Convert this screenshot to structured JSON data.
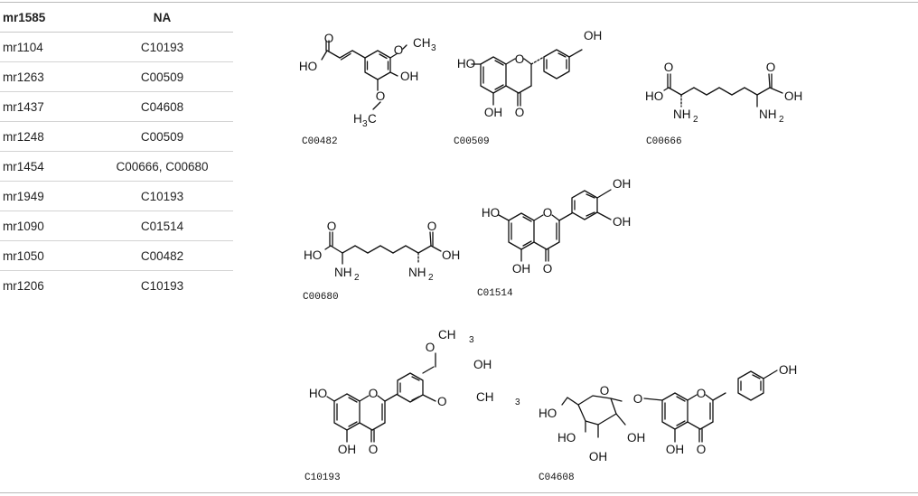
{
  "table": {
    "headers": [
      "mr1585",
      "NA"
    ],
    "rows": [
      [
        "mr1104",
        "C10193"
      ],
      [
        "mr1263",
        "C00509"
      ],
      [
        "mr1437",
        "C04608"
      ],
      [
        "mr1248",
        "C00509"
      ],
      [
        "mr1454",
        "C00666, C00680"
      ],
      [
        "mr1949",
        "C10193"
      ],
      [
        "mr1090",
        "C01514"
      ],
      [
        "mr1050",
        "C00482"
      ],
      [
        "mr1206",
        "C10193"
      ]
    ]
  },
  "structures": {
    "c00482": {
      "code": "C00482",
      "atoms": [
        "HO",
        "O",
        "CH",
        "3",
        "OH",
        "H",
        "3",
        "C"
      ]
    },
    "c00509": {
      "code": "C00509",
      "atoms": [
        "HO",
        "O",
        "OH",
        "OH",
        "O"
      ]
    },
    "c00666": {
      "code": "C00666",
      "atoms": [
        "O",
        "O",
        "HO",
        "OH",
        "NH",
        "2",
        "NH",
        "2"
      ]
    },
    "c00680": {
      "code": "C00680",
      "atoms": [
        "O",
        "O",
        "HO",
        "OH",
        "NH",
        "2",
        "NH",
        "2"
      ]
    },
    "c01514": {
      "code": "C01514",
      "atoms": [
        "HO",
        "O",
        "OH",
        "OH",
        "OH",
        "O"
      ]
    },
    "c10193": {
      "code": "C10193",
      "atoms": [
        "O",
        "CH",
        "3",
        "OH",
        "O",
        "CH",
        "3",
        "HO",
        "O",
        "OH",
        "O"
      ]
    },
    "c04608": {
      "code": "C04608",
      "atoms": [
        "HO",
        "O",
        "O",
        "HO",
        "OH",
        "OH",
        "O",
        "OH",
        "OH",
        "O"
      ]
    }
  }
}
